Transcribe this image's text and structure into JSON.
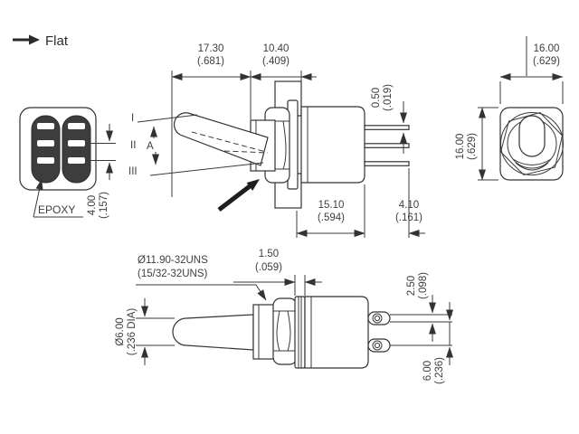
{
  "drawing_title": "toggle-switch-dimension-drawing",
  "flat_indicator": {
    "label": "Flat"
  },
  "terminal_view": {
    "epoxy_label": "EPOXY",
    "dim_terminal_spacing": {
      "mm": "4.00",
      "inch": "(.157)"
    }
  },
  "side_view": {
    "positions": {
      "pos1": "I",
      "pos2": "II",
      "pos3": "III",
      "angle": "A"
    },
    "dim_lever_length": {
      "mm": "17.30",
      "inch": "(.681)"
    },
    "dim_bushing_depth": {
      "mm": "10.40",
      "inch": "(.409)"
    },
    "dim_pin_thickness": {
      "mm": "0.50",
      "inch": "(.019)"
    },
    "dim_body_length": {
      "mm": "15.10",
      "inch": "(.594)"
    },
    "dim_pin_length": {
      "mm": "4.10",
      "inch": "(.161)"
    }
  },
  "front_view": {
    "dim_width": {
      "mm": "16.00",
      "inch": "(.629)"
    },
    "dim_height": {
      "mm": "16.00",
      "inch": "(.629)"
    }
  },
  "bottom_side_view": {
    "thread_label_line1": "Ø11.90-32UNS",
    "thread_label_line2": "(15/32-32UNS)",
    "dim_washer_thickness": {
      "mm": "1.50",
      "inch": "(.059)"
    },
    "dim_lever_diameter": {
      "mm": "Ø6.00",
      "inch": "(.236 DIA)"
    },
    "dim_pin_width": {
      "mm": "2.50",
      "inch": "(.098)"
    },
    "dim_pin_spacing": {
      "mm": "6.00",
      "inch": "(.236)"
    }
  },
  "colors": {
    "line": "#333333",
    "text": "#3d3d42",
    "terminal_fill": "#3d3d3d",
    "background": "#ffffff"
  }
}
